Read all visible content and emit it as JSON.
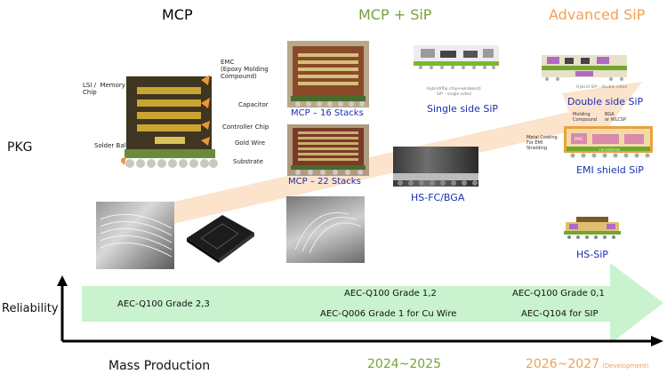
{
  "columns": {
    "mcp": {
      "title": "MCP",
      "color": "#111111"
    },
    "mcp_sip": {
      "title": "MCP + SiP",
      "color": "#7aa13a"
    },
    "advanced_sip": {
      "title": "Advanced SiP",
      "color": "#f0a15a"
    }
  },
  "rows": {
    "pkg": "PKG",
    "reliability": "Reliability",
    "mass_production": "Mass Production"
  },
  "mcp_cross_section": {
    "labels": {
      "emc": "EMC\n(Epoxy Molding\nCompound)",
      "lsi": "LSI /  Memory\nChip",
      "capacitor": "Capacitor",
      "controller": "Controller Chip",
      "gold_wire": "Gold Wire",
      "solder_ball": "Solder Ball",
      "substrate": "Substrate"
    }
  },
  "mcp_sip": {
    "stack16": "MCP – 16 Stacks",
    "stack22": "MCP – 22 Stacks",
    "single_side": "Single side SiP",
    "single_side_note": "Hybrid(flip chip+wirebond)\nSiP – single sided",
    "hsfc": "HS-FC/BGA"
  },
  "advanced": {
    "double_side_note": "Hybrid SiP – double sided",
    "double_side": "Double side SiP",
    "emi_shield": "EMI shield SiP",
    "hs_sip": "HS-SiP",
    "emi_labels": {
      "molding": "Molding\nCompound",
      "bga": "BGA\nor WLCSP",
      "metal": "Metal Coating\nFor EMI\nShielding",
      "pmic": "PMIC",
      "lsi_substrate": "LSI Substrate"
    }
  },
  "reliability": {
    "mcp": "AEC-Q100 Grade 2,3",
    "mcp_sip_1": "AEC-Q100 Grade 1,2",
    "mcp_sip_2": "AEC-Q006 Grade 1 for Cu Wire",
    "adv_1": "AEC-Q100 Grade 0,1",
    "adv_2": "AEC-Q104 for SIP"
  },
  "timeline": {
    "y2024": "2024~2025",
    "y2026": "2026~2027",
    "dev_note": "(Development)"
  },
  "colors": {
    "arrow_orange": "#fbe3cc",
    "arrow_green": "#c9f2cf",
    "caption_blue": "#1a2fb0",
    "green_text": "#7aa13a",
    "orange_text": "#f0a15a"
  }
}
